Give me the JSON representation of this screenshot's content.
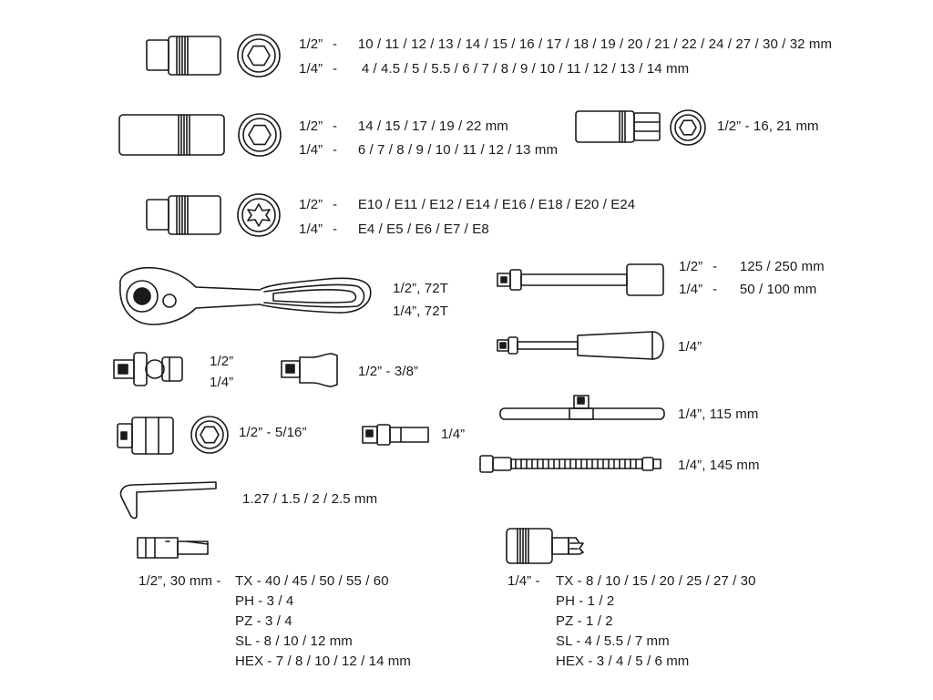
{
  "rows": {
    "sockets_standard": {
      "half": {
        "drive": "1/2”",
        "dash": "-",
        "sizes": "10 / 11 / 12 / 13 / 14 / 15 / 16 / 17 / 18 / 19 / 20 / 21 / 22 / 24 / 27 / 30 / 32 mm"
      },
      "quarter": {
        "drive": "1/4”",
        "dash": "-",
        "sizes": "4 / 4.5 / 5 / 5.5 / 6 / 7 / 8 / 9 / 10 / 11 / 12 / 13 / 14 mm"
      }
    },
    "sockets_deep": {
      "half": {
        "drive": "1/2”",
        "dash": "-",
        "sizes": "14 / 15 / 17 / 19 / 22 mm"
      },
      "quarter": {
        "drive": "1/4”",
        "dash": "-",
        "sizes": "6 / 7 / 8 / 9 / 10 / 11 / 12 / 13 mm"
      }
    },
    "spark_plug": {
      "text": "1/2” -  16, 21 mm"
    },
    "sockets_torx": {
      "half": {
        "drive": "1/2”",
        "dash": "-",
        "sizes": "E10 / E11 / E12 / E14 / E16 / E18 / E20 / E24"
      },
      "quarter": {
        "drive": "1/4”",
        "dash": "-",
        "sizes": "E4 / E5 / E6 / E7 / E8"
      }
    },
    "ratchet": {
      "half": "1/2”, 72T",
      "quarter": "1/4”, 72T"
    },
    "extension": {
      "half": {
        "drive": "1/2”",
        "dash": "-",
        "sizes": "125 / 250 mm"
      },
      "quarter": {
        "drive": "1/4”",
        "dash": "-",
        "sizes": "50 / 100 mm"
      }
    },
    "screwdriver_handle": {
      "text": "1/4”"
    },
    "universal_joint": {
      "half": "1/2”",
      "quarter": "1/4”"
    },
    "adapter": {
      "text": "1/2” - 3/8”"
    },
    "t_bar": {
      "text": "1/4”, 115 mm"
    },
    "bit_adapter": {
      "text": "1/2” - 5/16”"
    },
    "bit_holder": {
      "text": "1/4”"
    },
    "flex_extension": {
      "text": "1/4”, 145 mm"
    },
    "hex_keys": {
      "text": "1.27 / 1.5 / 2 / 2.5 mm"
    },
    "bits_half": {
      "prefix": "1/2”, 30 mm  -",
      "lines": [
        "TX - 40 / 45 / 50 / 55 / 60",
        "PH - 3 / 4",
        "PZ - 3 / 4",
        "SL -  8 / 10 / 12 mm",
        "HEX - 7 / 8 / 10 / 12 / 14 mm"
      ]
    },
    "bits_quarter": {
      "prefix": "1/4”  -",
      "lines": [
        "TX -  8 / 10 / 15 / 20 / 25 / 27 / 30",
        "PH - 1 / 2",
        "PZ - 1 / 2",
        "SL - 4 / 5.5 / 7 mm",
        "HEX - 3 / 4 / 5 / 6 mm"
      ]
    }
  },
  "colors": {
    "line": "#1a1a1a",
    "background": "#ffffff"
  },
  "icons": [
    "socket-icon",
    "deep-socket-icon",
    "spark-plug-socket-icon",
    "torx-socket-icon",
    "ratchet-icon",
    "extension-bar-icon",
    "screwdriver-handle-icon",
    "universal-joint-icon",
    "adapter-icon",
    "t-bar-icon",
    "bit-adapter-icon",
    "bit-holder-icon",
    "flexible-extension-icon",
    "hex-key-icon",
    "bit-icon",
    "bit-socket-icon"
  ]
}
